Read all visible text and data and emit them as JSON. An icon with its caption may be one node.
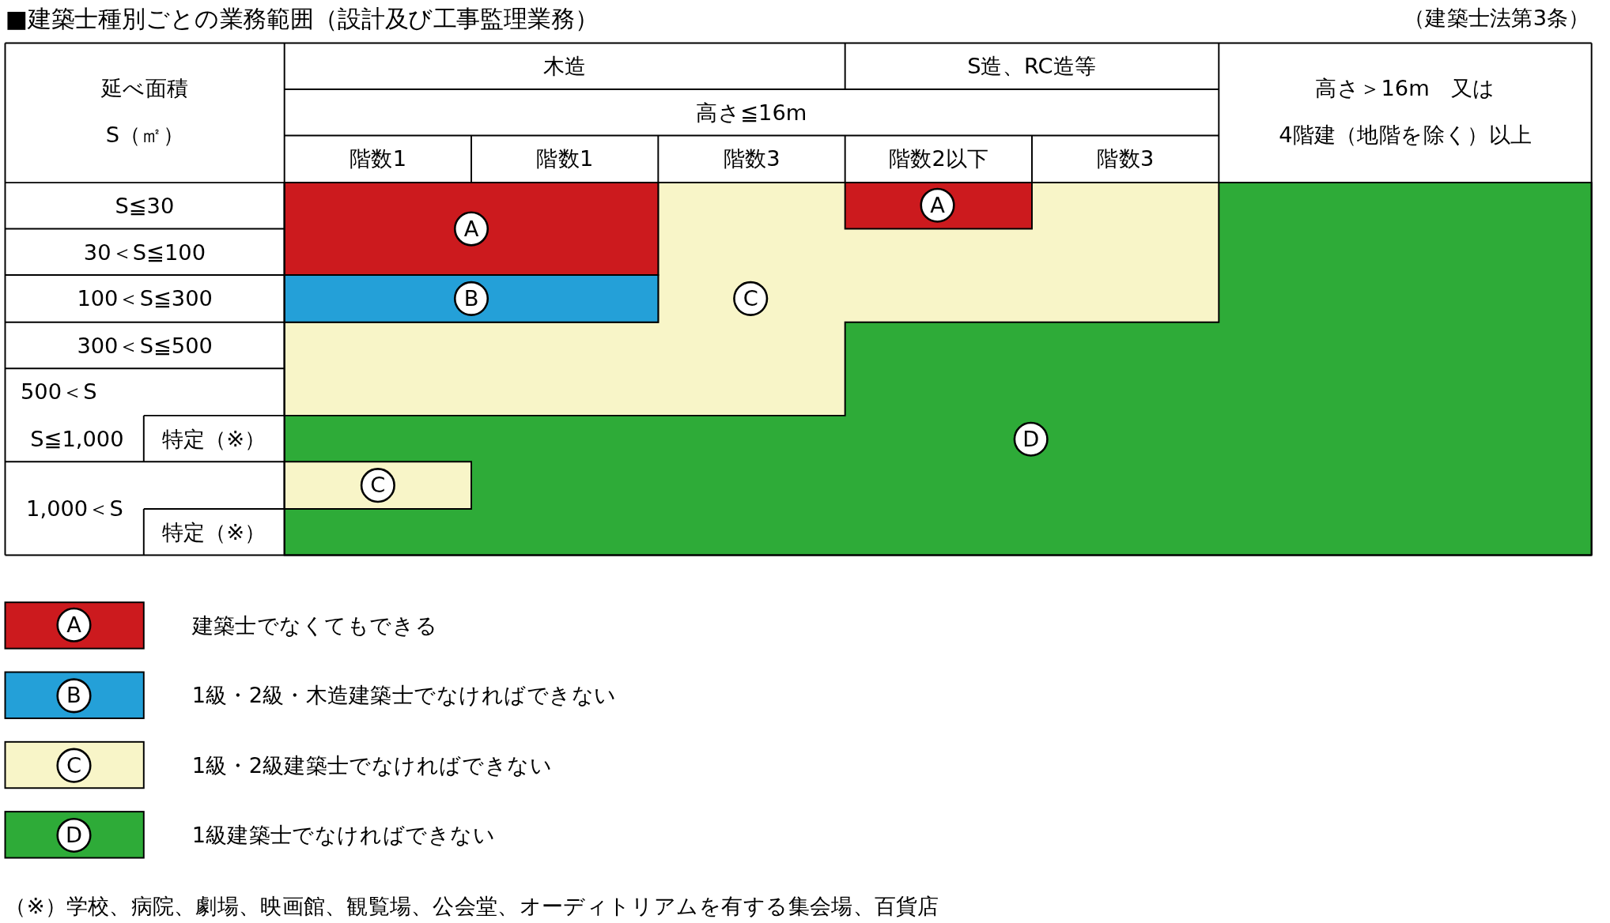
{
  "diagram": {
    "title": "■建築士種別ごとの業務範囲（設計及び工事監理業務）",
    "caption": "（※）学校、病院、劇場、映画館、観覧場、公会堂、オーディトリアムを有する集会場、百貨店",
    "labels": [
      "（建築士法第3条）",
      "延べ面積",
      "S（㎡）",
      "木造",
      "S造、RC造等",
      "高さ＞16m　又は",
      "4階建（地階を除く）以上",
      "高さ≦16m",
      "階数1",
      "階数1",
      "階数3",
      "階数2以下",
      "階数3",
      "S≦30",
      "A",
      "A",
      "30＜S≦100",
      "100＜S≦300",
      "B",
      "C",
      "300＜S≦500",
      "500＜S",
      "S≦1,000",
      "特定（※）",
      "D",
      "C",
      "1,000＜S",
      "特定（※）",
      "A",
      "B",
      "C",
      "D"
    ],
    "legend": [
      {
        "text": "建築士でなくてもできる",
        "color": "#cc1a1e"
      },
      {
        "text": "1級・2級・木造建築士でなければできない",
        "color": "#24a0d8"
      },
      {
        "text": "1級・2級建築士でなければできない",
        "color": "#f8f5c8"
      },
      {
        "text": "1級建築士でなければできない",
        "color": "#2eab38"
      }
    ]
  }
}
